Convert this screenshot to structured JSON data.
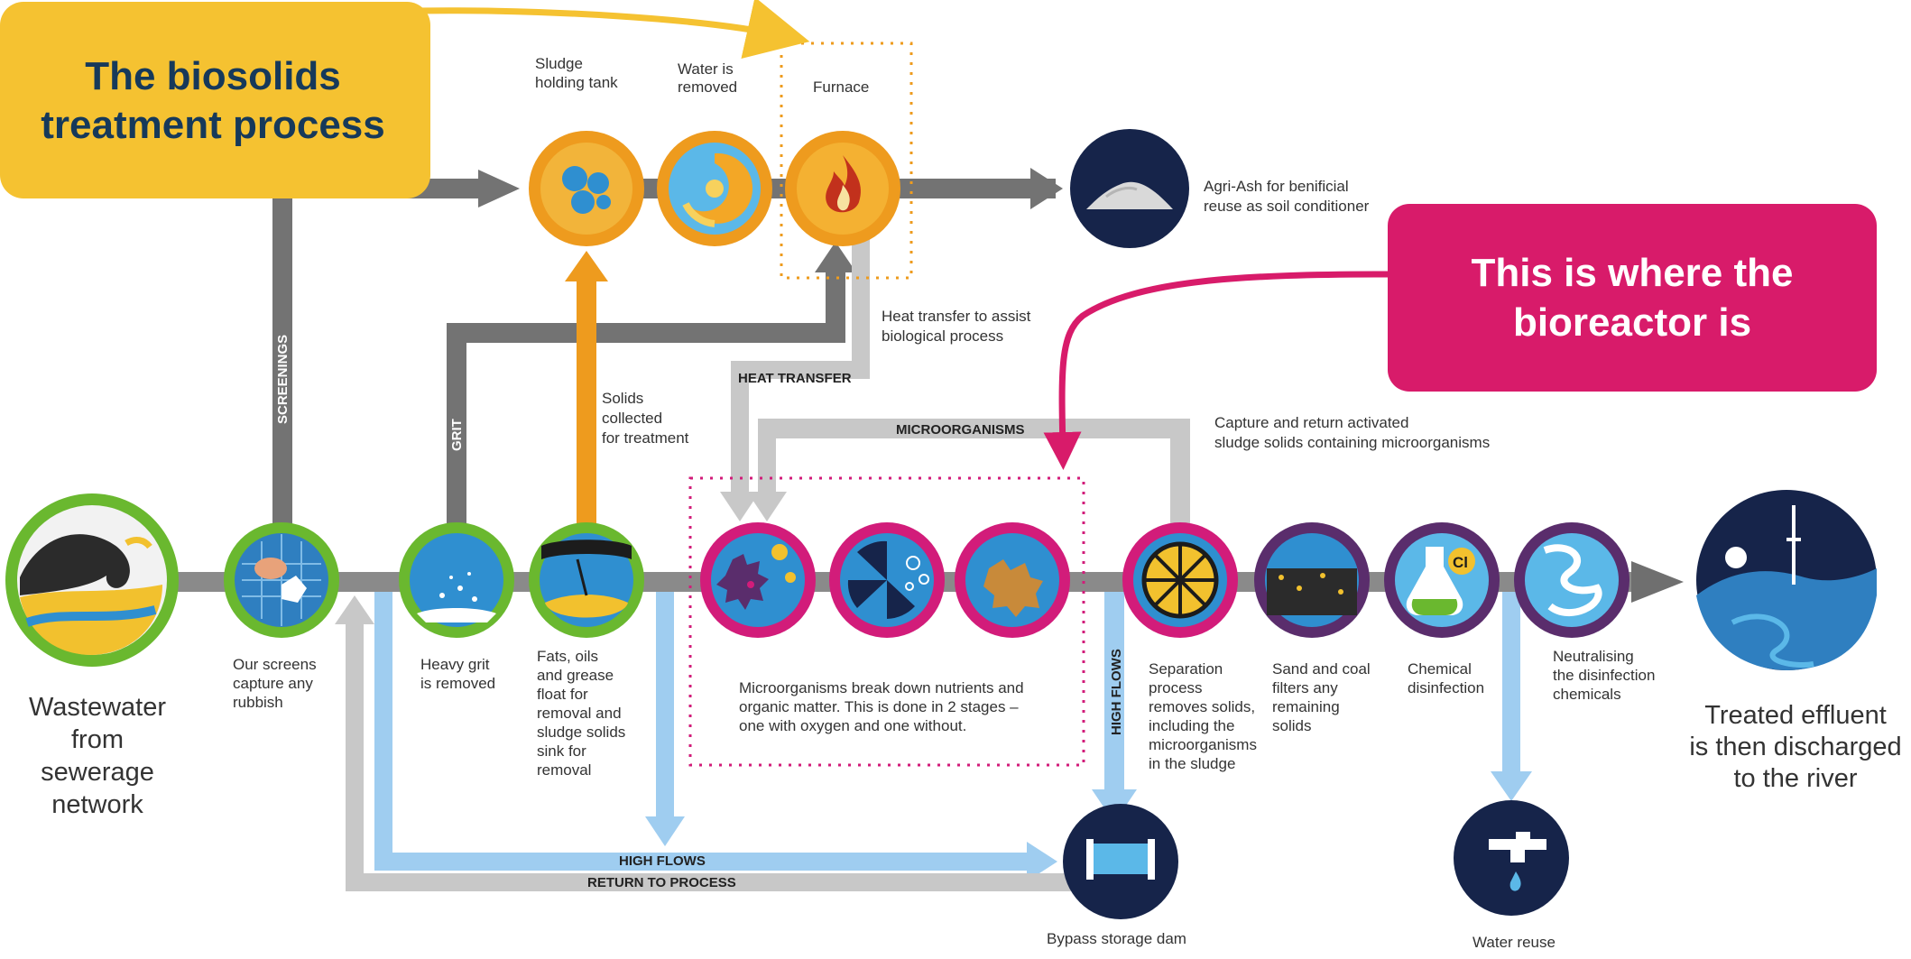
{
  "callouts": {
    "biosolids": [
      "The biosolids",
      "treatment process"
    ],
    "bioreactor": [
      "This is where the",
      "bioreactor is"
    ]
  },
  "top_row": {
    "sludge_tank": [
      "Sludge",
      "holding tank"
    ],
    "water_removed": [
      "Water is",
      "removed"
    ],
    "furnace": "Furnace",
    "agri_ash": [
      "Agri-Ash for benificial",
      "reuse as soil conditioner"
    ],
    "heat_transfer_note": [
      "Heat transfer to assist",
      "biological process"
    ],
    "solids_collected": [
      "Solids",
      "collected",
      "for treatment"
    ],
    "capture_return": [
      "Capture and return activated",
      "sludge solids containing microorganisms"
    ]
  },
  "flow_labels": {
    "screenings": "SCREENINGS",
    "grit": "GRIT",
    "heat_transfer": "HEAT TRANSFER",
    "microorganisms": "MICROORGANISMS",
    "high_flows_vertical": "HIGH FLOWS",
    "high_flows": "HIGH FLOWS",
    "return_to_process": "RETURN TO PROCESS"
  },
  "stages": {
    "wastewater": [
      "Wastewater",
      "from",
      "sewerage",
      "network"
    ],
    "screens": [
      "Our screens",
      "capture any",
      "rubbish"
    ],
    "grit": [
      "Heavy grit",
      "is removed"
    ],
    "fats": [
      "Fats, oils",
      "and grease",
      "float for",
      "removal and",
      "sludge solids",
      "sink for",
      "removal"
    ],
    "bio": [
      "Microorganisms break down nutrients and",
      "organic matter. This is done in 2 stages –",
      "one with oxygen and one without."
    ],
    "separation": [
      "Separation",
      "process",
      "removes solids,",
      "including the",
      "microorganisms",
      "in the sludge"
    ],
    "sand": [
      "Sand and coal",
      "filters any",
      "remaining",
      "solids"
    ],
    "chem": [
      "Chemical",
      "disinfection"
    ],
    "neutral": [
      "Neutralising",
      "the disinfection",
      "chemicals"
    ],
    "treated": [
      "Treated effluent",
      "is then discharged",
      "to the river"
    ],
    "bypass": "Bypass storage dam",
    "water_reuse": "Water reuse",
    "chem_symbol": "Cl"
  },
  "icons": {
    "sludge_tank": "sludge-holding-tank-icon",
    "water_removed": "swirl-icon",
    "furnace": "flame-icon",
    "agri_ash": "ash-pile-icon",
    "wastewater": "wave-icon",
    "screens": "screen-mesh-icon",
    "grit": "grit-icon",
    "fats": "fats-oil-grease-icon",
    "bio1": "microorganism-icon",
    "bio2": "aerator-icon",
    "bio3": "sludge-blob-icon",
    "separation": "separation-wheel-icon",
    "sand": "sand-filter-icon",
    "chem": "chemical-flask-icon",
    "neutral": "neutralising-icon",
    "treated": "river-tower-icon",
    "bypass": "dam-icon",
    "water_reuse": "tap-icon"
  },
  "colors": {
    "callout_yellow": "#F5C231",
    "callout_pink": "#D81B6A",
    "flow_grey": "#737373",
    "flow_light": "#C8C8C8",
    "flow_blue": "#9FCDF0",
    "solids_orange": "#EE9B1E",
    "ring_green": "#6AB82F",
    "ring_orange": "#EE9B1E",
    "ring_magenta": "#D21C7A",
    "ring_purple": "#5A2D6C",
    "navy": "#16244A"
  }
}
